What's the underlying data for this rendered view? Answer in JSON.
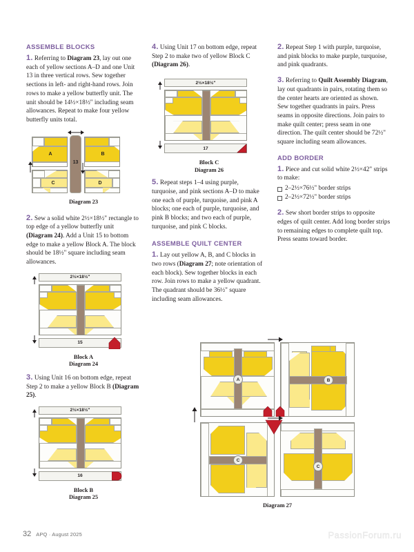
{
  "colors": {
    "heading_purple": "#7c5d9e",
    "gold": "#f2ce1b",
    "lemon": "#fbe98a",
    "brown_body": "#9c8573",
    "heart_red": "#c41e2a",
    "white_fabric": "#fdfdfb"
  },
  "left_column": {
    "heading": "ASSEMBLE BLOCKS",
    "step1_num": "1.",
    "step1_parts": [
      "Referring to ",
      "Diagram 23",
      ", lay out one each of yellow sections A–D and one Unit 13 in three vertical rows. Sew together sections in left- and right-hand rows. Join rows to make a yellow butterfly unit. The unit should be 14½×18½\" including seam allowances. Repeat to make four yellow butterfly units total."
    ],
    "diagram23": {
      "caption": "Diagram 23",
      "section_a": "A",
      "section_b": "B",
      "section_c": "C",
      "section_d": "D",
      "unit13": "13"
    },
    "step2_num": "2.",
    "step2_parts": [
      "Sew a solid white 2½×18½\" rectangle to top edge of a yellow butterfly unit ",
      "(Diagram 24)",
      ". Add a Unit 15 to bottom edge to make a yellow Block A. The block should be 18½\" square including seam allowances."
    ],
    "diagram24": {
      "top_strip": "2½×18½\"",
      "bottom_unit": "15",
      "caption_line1": "Block A",
      "caption_line2": "Diagram 24"
    },
    "step3_num": "3.",
    "step3_parts": [
      "Using Unit 16 on bottom edge, repeat Step 2 to make a yellow Block B ",
      "(Diagram 25)",
      "."
    ],
    "diagram25": {
      "top_strip": "2½×18½\"",
      "bottom_unit": "16",
      "caption_line1": "Block B",
      "caption_line2": "Diagram 25"
    }
  },
  "middle_column": {
    "step4_num": "4.",
    "step4_parts": [
      "Using Unit 17 on bottom edge, repeat Step 2 to make two of yellow Block C ",
      "(Diagram 26)",
      "."
    ],
    "diagram26": {
      "top_strip": "2½×18½\"",
      "bottom_unit": "17",
      "caption_line1": "Block C",
      "caption_line2": "Diagram 26"
    },
    "step5_num": "5.",
    "step5_text": "Repeat steps 1–4 using purple, turquoise, and pink sections A–D to make one each of purple, turquoise, and pink A blocks; one each of purple, turquoise, and pink B blocks; and two each of purple, turquoise, and pink C blocks.",
    "heading": "ASSEMBLE QUILT CENTER",
    "step1_num": "1.",
    "step1_parts": [
      "Lay out yellow A, B, and C blocks in two rows (",
      "Diagram 27",
      "; note orientation of each block). Sew together blocks in each row. Join rows to make a yellow quadrant. The quadrant should be 36½\" square including seam allowances."
    ]
  },
  "right_column": {
    "step2_num": "2.",
    "step2_text": "Repeat Step 1 with purple, turquoise, and pink blocks to make purple, turquoise, and pink quadrants.",
    "step3_num": "3.",
    "step3_parts": [
      "Referring to ",
      "Quilt Assembly Diagram",
      ", lay out quadrants in pairs, rotating them so the center hearts are oriented as shown. Sew together quadrants in pairs. Press seams in opposite directions. Join pairs to make quilt center; press seam in one direction. The quilt center should be 72½\" square including seam allowances."
    ],
    "border_heading": "ADD BORDER",
    "b_step1_num": "1.",
    "b_step1_text": "Piece and cut solid white 2½×42\" strips to make:",
    "b_bullets": [
      "2–2½×76½\" border strips",
      "2–2½×72½\" border strips"
    ],
    "b_step2_num": "2.",
    "b_step2_text": "Sew short border strips to opposite edges of quilt center. Add long border strips to remaining edges to complete quilt top. Press seams toward border."
  },
  "diagram27": {
    "caption": "Diagram 27",
    "block_top_left": "A",
    "block_top_right": "B",
    "block_bottom_left": "C",
    "block_bottom_right": "C"
  },
  "footer": {
    "page_number": "32",
    "issue": "APQ · August 2025",
    "watermark": "PassionForum.ru"
  }
}
